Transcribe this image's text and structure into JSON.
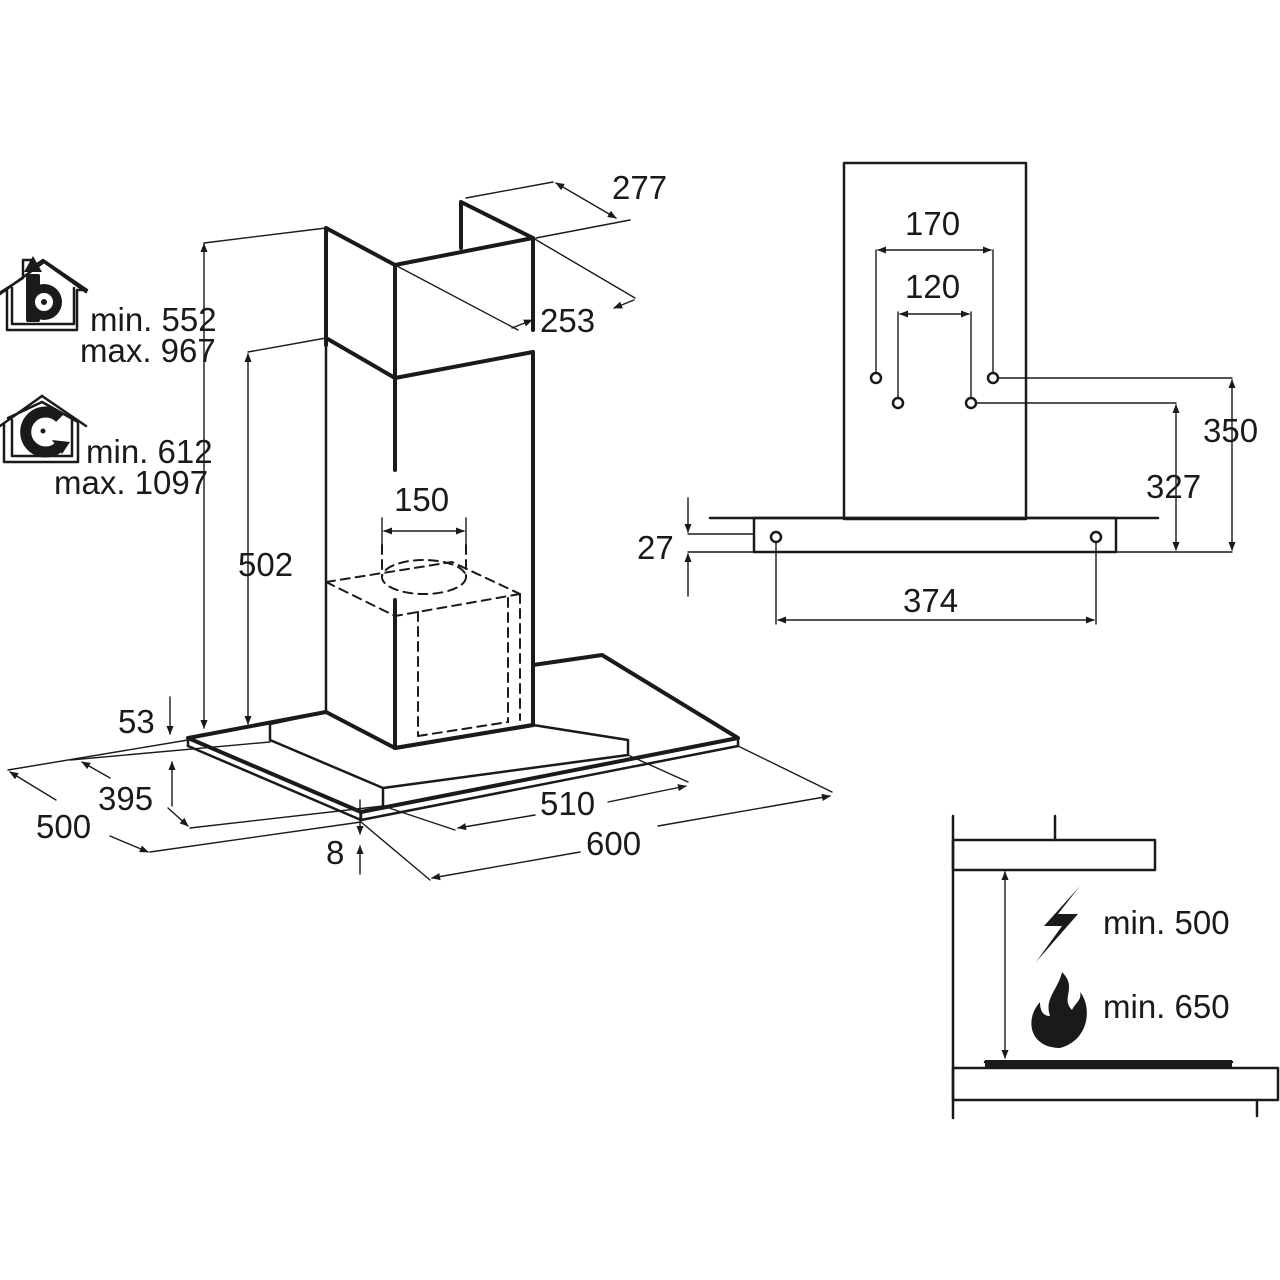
{
  "hood": {
    "dim_width_top": "277",
    "dim_depth_top": "253",
    "dim_duct": "150",
    "dim_chimney": "502",
    "dim_glass": "53",
    "dim_depth_canopy": "395",
    "dim_depth_total": "500",
    "dim_width_canopy": "510",
    "dim_width_total": "600",
    "dim_thickness": "8"
  },
  "installation": {
    "extraction": {
      "min": "min. 552",
      "max": "max. 967",
      "icon": "extraction-house-icon"
    },
    "recirculation": {
      "min": "min. 612",
      "max": "max. 1097",
      "icon": "recirculation-house-icon"
    }
  },
  "wall_mount": {
    "dim_outer_holes": "170",
    "dim_inner_holes": "120",
    "dim_outer_height": "350",
    "dim_inner_height": "327",
    "dim_bracket": "27",
    "dim_bracket_holes": "374"
  },
  "clearance": {
    "electric": {
      "text": "min. 500",
      "icon": "lightning-icon"
    },
    "gas": {
      "text": "min. 650",
      "icon": "flame-icon"
    }
  }
}
